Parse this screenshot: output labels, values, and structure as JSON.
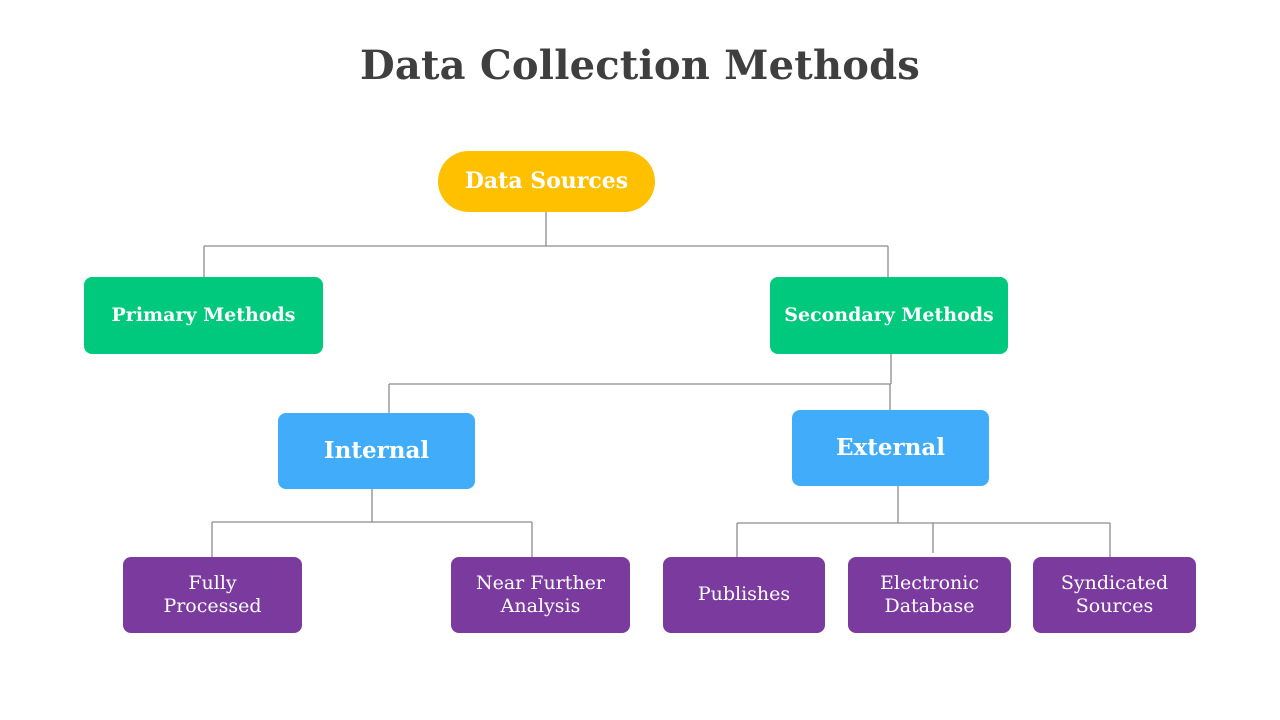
{
  "title": "Data Collection Methods",
  "colors": {
    "root": "#ffc000",
    "level1": "#00c87c",
    "level2": "#41adfa",
    "level3": "#7a3a9e",
    "connector": "#8c8c8c",
    "title_text": "#3f3f3f"
  },
  "tree": {
    "root": "Data Sources",
    "primary": "Primary Methods",
    "secondary": "Secondary Methods",
    "internal": "Internal",
    "external": "External",
    "internal_children": [
      "Fully\nProcessed",
      "Near Further\nAnalysis"
    ],
    "external_children": [
      "Publishes",
      "Electronic\nDatabase",
      "Syndicated\nSources"
    ]
  }
}
